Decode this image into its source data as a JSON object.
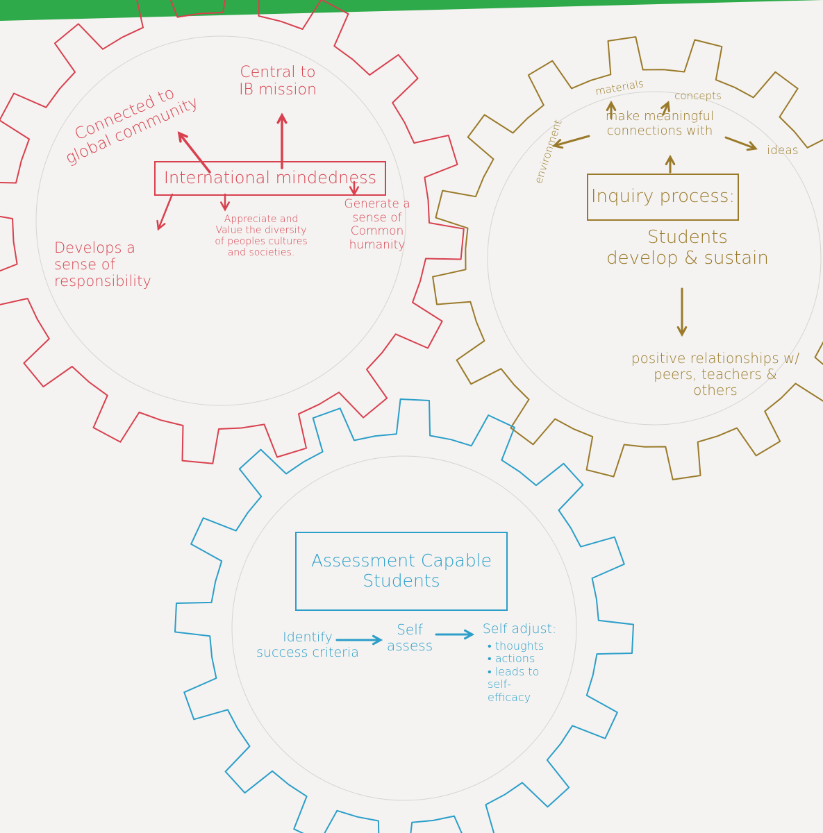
{
  "gears": {
    "red": {
      "title": "International mindedness",
      "branches": {
        "connected": "Connected to\nglobal community",
        "central": "Central to\nIB mission",
        "develops": "Develops a\nsense of\nresponsibility",
        "appreciate": "Appreciate and\nValue the diversity\nof peoples cultures\nand societies.",
        "generate": "Generate a\nsense of\nCommon\nhumanity"
      }
    },
    "gold": {
      "title": "Inquiry process:",
      "center_text": "make meaningful\nconnections with",
      "outer": {
        "materials": "materials",
        "concepts": "concepts",
        "environment": "environment",
        "ideas": "ideas"
      },
      "students": "Students\ndevelop & sustain",
      "result": "positive relationships w/\npeers, teachers &\nothers"
    },
    "blue": {
      "title": "Assessment Capable\nStudents",
      "step1": "Identify\nsuccess criteria",
      "step2": "Self\nassess",
      "step3_head": "Self adjust:",
      "step3_items": "• thoughts\n• actions\n• leads to\n  self-\n  efficacy"
    }
  },
  "colors": {
    "paper": "#f4f3f1",
    "background": "#2eaa4a",
    "red": "#d8404e",
    "gold": "#9a7a2a",
    "blue": "#2b9ec9"
  }
}
